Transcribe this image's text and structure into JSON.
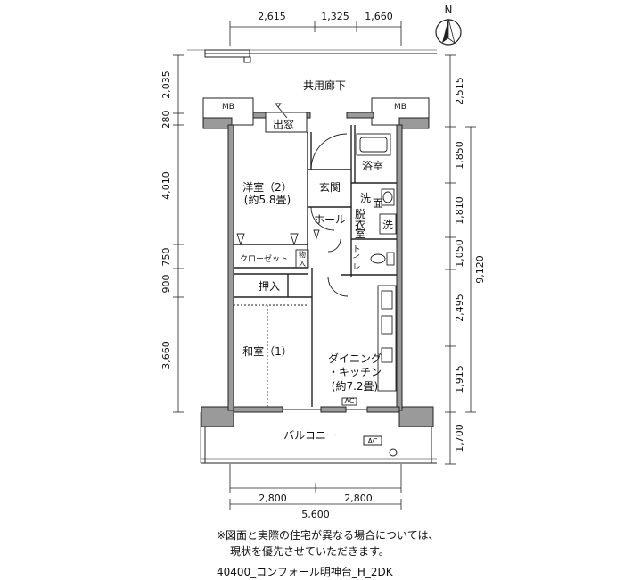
{
  "north_label": "N",
  "top_dims": [
    "2,615",
    "1,325",
    "1,660"
  ],
  "bottom_dims": [
    "2,800",
    "2,800",
    "5,600"
  ],
  "left_dims": [
    "2,035",
    "280",
    "4,010",
    "750",
    "900",
    "3,660"
  ],
  "right_dims": [
    "2,515",
    "1,850",
    "1,810",
    "1,050",
    "2,495",
    "1,915",
    "1,700"
  ],
  "right_total": "9,120",
  "labels": {
    "corridor": "共用廊下",
    "mb": "MB",
    "window": "出窓",
    "western_room": "洋室（2）",
    "western_room_size": "(約5.8畳)",
    "entrance": "玄関",
    "hall": "ホール",
    "bath": "浴室",
    "washroom_1": "洗",
    "washroom_2": "面",
    "washroom_3": "脱",
    "washroom_4": "衣",
    "washroom_5": "室",
    "washer": "洗",
    "toilet_1": "ト",
    "toilet_2": "イ",
    "toilet_3": "レ",
    "closet": "クローゼット",
    "storage_1": "物",
    "storage_2": "入",
    "oshiire": "押入",
    "japanese_room": "和室（1）",
    "dining_1": "ダイニング",
    "dining_2": "・キッチン",
    "dining_size": "(約7.2畳)",
    "ac": "AC",
    "balcony": "バルコニー"
  },
  "note_lines": [
    "※図面と実際の住宅が異なる場合については、",
    "現状を優先させていただきます。"
  ],
  "footer": "40400_コンフォール明神台_H_2DK"
}
